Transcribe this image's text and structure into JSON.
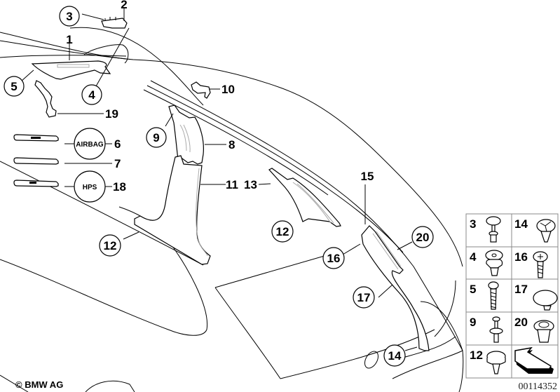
{
  "diagram": {
    "title_part_numbers_main": [
      "1",
      "2",
      "3",
      "4",
      "5",
      "6",
      "7",
      "8",
      "9",
      "10",
      "11",
      "12",
      "12",
      "13",
      "14",
      "15",
      "16",
      "17",
      "18",
      "19",
      "20"
    ],
    "callouts": {
      "c1": "1",
      "c2": "2",
      "c3": "3",
      "c4": "4",
      "c5": "5",
      "c6": "6",
      "c7": "7",
      "c8": "8",
      "c9": "9",
      "c10": "10",
      "c11": "11",
      "c12a": "12",
      "c12b": "12",
      "c13": "13",
      "c14": "14",
      "c15": "15",
      "c16": "16",
      "c17": "17",
      "c18": "18",
      "c19": "19",
      "c20": "20"
    },
    "badges": {
      "airbag": "AIRBAG",
      "hps": "HPS"
    },
    "fastener_grid": {
      "cells": [
        {
          "label": "3",
          "icon": "push-rivet-icon"
        },
        {
          "label": "14",
          "icon": "expanding-clip-icon"
        },
        {
          "label": "4",
          "icon": "clip-nut-icon"
        },
        {
          "label": "16",
          "icon": "washer-screw-icon"
        },
        {
          "label": "5",
          "icon": "pan-screw-icon"
        },
        {
          "label": "17",
          "icon": "cover-cap-icon"
        },
        {
          "label": "9",
          "icon": "pin-rivet-icon"
        },
        {
          "label": "20",
          "icon": "grommet-icon"
        },
        {
          "label": "12",
          "icon": "mushroom-clip-icon"
        },
        {
          "label": "",
          "icon": "direction-arrow-icon"
        }
      ]
    },
    "copyright": "© BMW AG",
    "document_number": "00114352"
  }
}
